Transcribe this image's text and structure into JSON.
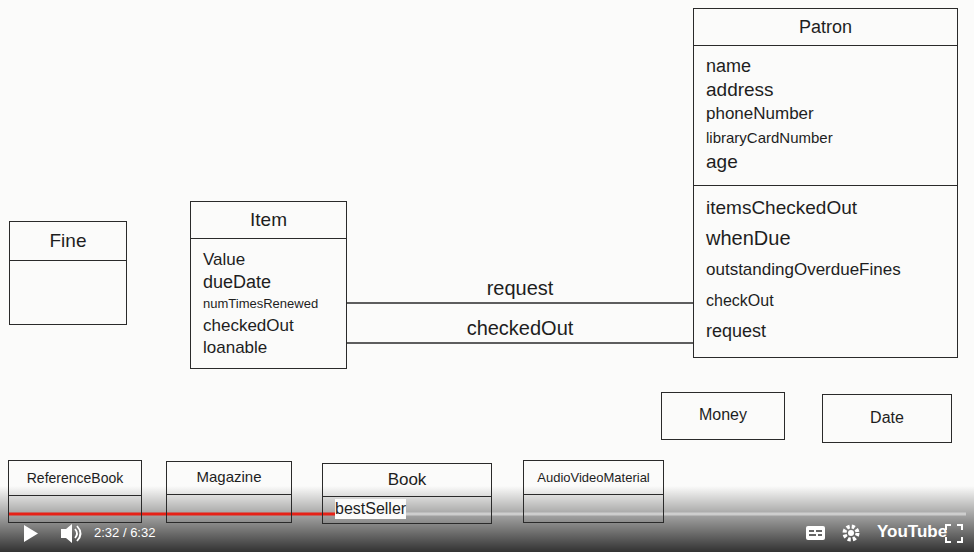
{
  "diagram": {
    "nodes": [
      {
        "text": [
          "Patron",
          "name",
          "address",
          "phoneNumber",
          "libraryCardNumber",
          "age",
          "itemsCheckedOut",
          "whenDue",
          "outstandingOverdueFines",
          "checkOut",
          "request"
        ]
      },
      {
        "text": [
          "Fine"
        ]
      },
      {
        "text": [
          "Item",
          "Value",
          "dueDate",
          "numTimesRenewed",
          "checkedOut",
          "loanable"
        ]
      },
      {
        "text": [
          "Money"
        ]
      },
      {
        "text": [
          "Date"
        ]
      },
      {
        "text": [
          "ReferenceBook"
        ]
      },
      {
        "text": [
          "Magazine"
        ]
      },
      {
        "text": [
          "Book",
          "bestSeller"
        ]
      },
      {
        "text": [
          "AudioVideoMaterial"
        ]
      }
    ],
    "edges": [
      {
        "from": 2,
        "to": 0,
        "label": "request",
        "arrow": "none"
      },
      {
        "from": 2,
        "to": 0,
        "label": "checkedOut",
        "arrow": "none"
      }
    ],
    "labels": [
      "2:32 / 6:32",
      "YouTube"
    ]
  }
}
